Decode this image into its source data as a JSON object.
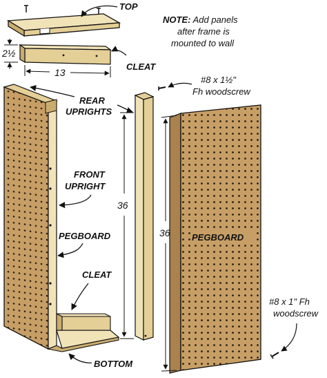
{
  "labels": {
    "top": "TOP",
    "cleat_top": "CLEAT",
    "rear_uprights_1": "REAR",
    "rear_uprights_2": "UPRIGHTS",
    "front_upright_1": "FRONT",
    "front_upright_2": "UPRIGHT",
    "pegboard_left": "PEGBOARD",
    "cleat_bottom": "CLEAT",
    "bottom": "BOTTOM",
    "pegboard_panel": "PEGBOARD"
  },
  "note": {
    "prefix": "NOTE:",
    "line1_rest": " Add panels",
    "line2": "after frame is",
    "line3": "mounted to wall"
  },
  "screws": {
    "upper_1": "#8 x 1½\"",
    "upper_2": "Fh woodscrew",
    "lower_1": "#8 x 1\" Fh",
    "lower_2": "woodscrew"
  },
  "dimensions": {
    "cleat_height": "2½",
    "cleat_width": "13",
    "upright_length": "36",
    "panel_length": "36"
  },
  "colors": {
    "wood_light": "#f1e3b8",
    "wood_mid": "#e4cf97",
    "wood_dark": "#c9ad6e",
    "pegboard": "#c79f66",
    "pegboard_dark": "#a9824d",
    "hole": "#2a1c0e",
    "line": "#111111"
  }
}
